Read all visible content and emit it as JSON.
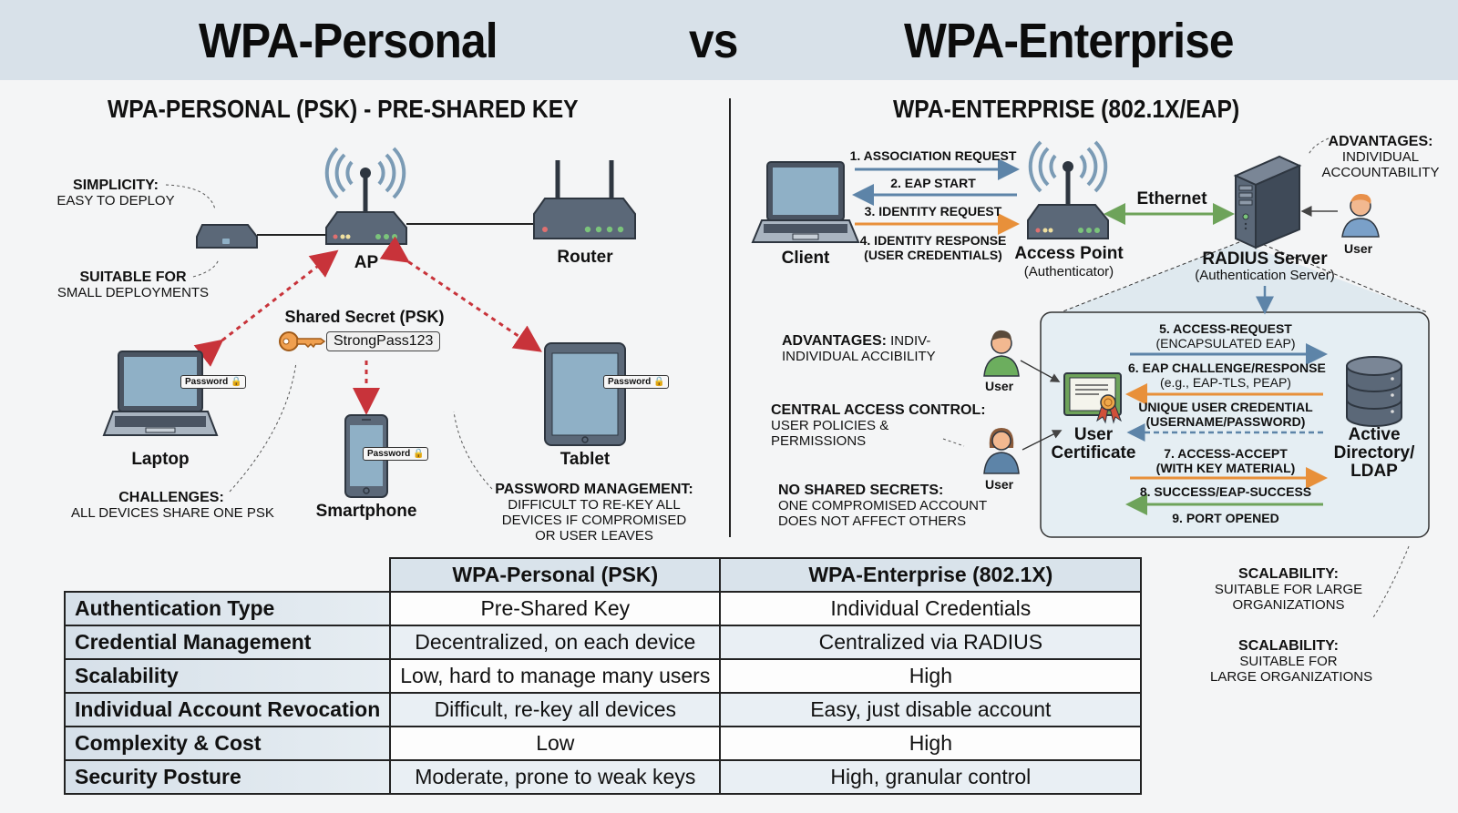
{
  "header": {
    "left_title": "WPA-Personal",
    "vs": "vs",
    "right_title": "WPA-Enterprise"
  },
  "personal": {
    "section_title": "WPA-PERSONAL (PSK) - PRE-SHARED KEY",
    "annotations": {
      "simplicity_title": "SIMPLICITY:",
      "simplicity_text": "EASY TO DEPLOY",
      "suitable_title": "SUITABLE FOR",
      "suitable_text": "SMALL DEPLOYMENTS",
      "challenges_title": "CHALLENGES:",
      "challenges_text": "ALL DEVICES SHARE ONE PSK",
      "password_mgmt_title": "PASSWORD MANAGEMENT:",
      "password_mgmt_line1": "DIFFICULT TO RE-KEY ALL",
      "password_mgmt_line2": "DEVICES IF COMPROMISED",
      "password_mgmt_line3": "OR USER LEAVES"
    },
    "devices": {
      "ap": "AP",
      "router": "Router",
      "laptop": "Laptop",
      "smartphone": "Smartphone",
      "tablet": "Tablet"
    },
    "shared_secret_label": "Shared Secret (PSK)",
    "psk_value": "StrongPass123",
    "password_badge": "Password"
  },
  "enterprise": {
    "section_title": "WPA-ENTERPRISE (802.1X/EAP)",
    "devices": {
      "client": "Client",
      "access_point": "Access Point",
      "access_point_sub": "(Authenticator)",
      "radius": "RADIUS Server",
      "radius_sub": "(Authentication Server)",
      "user": "User",
      "user_certificate_line1": "User",
      "user_certificate_line2": "Certificate",
      "ad_line1": "Active",
      "ad_line2": "Directory/",
      "ad_line3": "LDAP"
    },
    "link_label": "Ethernet",
    "flows_top": [
      {
        "text": "1. ASSOCIATION REQUEST"
      },
      {
        "text": "2. EAP START"
      },
      {
        "text": "3. IDENTITY REQUEST"
      },
      {
        "text": "4. IDENTITY RESPONSE",
        "sub": "(USER CREDENTIALS)"
      }
    ],
    "flows_inner": [
      {
        "text": "5. ACCESS-REQUEST",
        "sub": "(ENCAPSULATED EAP)"
      },
      {
        "text": "6. EAP CHALLENGE/RESPONSE",
        "sub": "(e.g., EAP-TLS, PEAP)"
      },
      {
        "text": "UNIQUE USER CREDENTIAL",
        "sub": "(USERNAME/PASSWORD)"
      },
      {
        "text": "7. ACCESS-ACCEPT",
        "sub": "(WITH KEY MATERIAL)"
      },
      {
        "text": "8. SUCCESS/EAP-SUCCESS"
      },
      {
        "text": "9. PORT OPENED"
      }
    ],
    "annotations": {
      "adv_top_title": "ADVANTAGES:",
      "adv_top_line1": "INDIVIDUAL",
      "adv_top_line2": "ACCOUNTABILITY",
      "adv_left_title": "ADVANTAGES:",
      "adv_left_inline": "INDIV-",
      "adv_left_line2": "INDIVIDUAL ACCIBILITY",
      "central_title": "CENTRAL ACCESS CONTROL:",
      "central_line1": "USER POLICIES &",
      "central_line2": "PERMISSIONS",
      "noshared_title": "NO SHARED SECRETS:",
      "noshared_line1": "ONE COMPROMISED ACCOUNT",
      "noshared_line2": "DOES NOT AFFECT OTHERS",
      "scal1_title": "SCALABILITY:",
      "scal1_line1": "SUITABLE FOR LARGE",
      "scal1_line2": "ORGANIZATIONS",
      "scal2_title": "SCALABILITY:",
      "scal2_line1": "SUITABLE FOR",
      "scal2_line2": "LARGE ORGANIZATIONS"
    }
  },
  "comparison": {
    "columns": [
      "WPA-Personal (PSK)",
      "WPA-Enterprise (802.1X)"
    ],
    "rows": [
      {
        "label": "Authentication Type",
        "personal": "Pre-Shared Key",
        "enterprise": "Individual Credentials"
      },
      {
        "label": "Credential Management",
        "personal": "Decentralized, on each device",
        "enterprise": "Centralized via RADIUS"
      },
      {
        "label": "Scalability",
        "personal": "Low, hard to manage many users",
        "enterprise": "High"
      },
      {
        "label": "Individual Account Revocation",
        "personal": "Difficult, re-key all devices",
        "enterprise": "Easy, just disable account"
      },
      {
        "label": "Complexity & Cost",
        "personal": "Low",
        "enterprise": "High"
      },
      {
        "label": "Security Posture",
        "personal": "Moderate, prone to weak keys",
        "enterprise": "High, granular control"
      }
    ]
  },
  "colors": {
    "banner": "#d8e1e9",
    "device": "#5b6878",
    "screen": "#8fb0c6",
    "psk_arrow": "#c8333a",
    "flow_blue": "#5d84a8",
    "flow_orange": "#e8903a",
    "flow_green": "#6ea35a",
    "key": "#f0a050",
    "panel": "#e5eef3"
  }
}
